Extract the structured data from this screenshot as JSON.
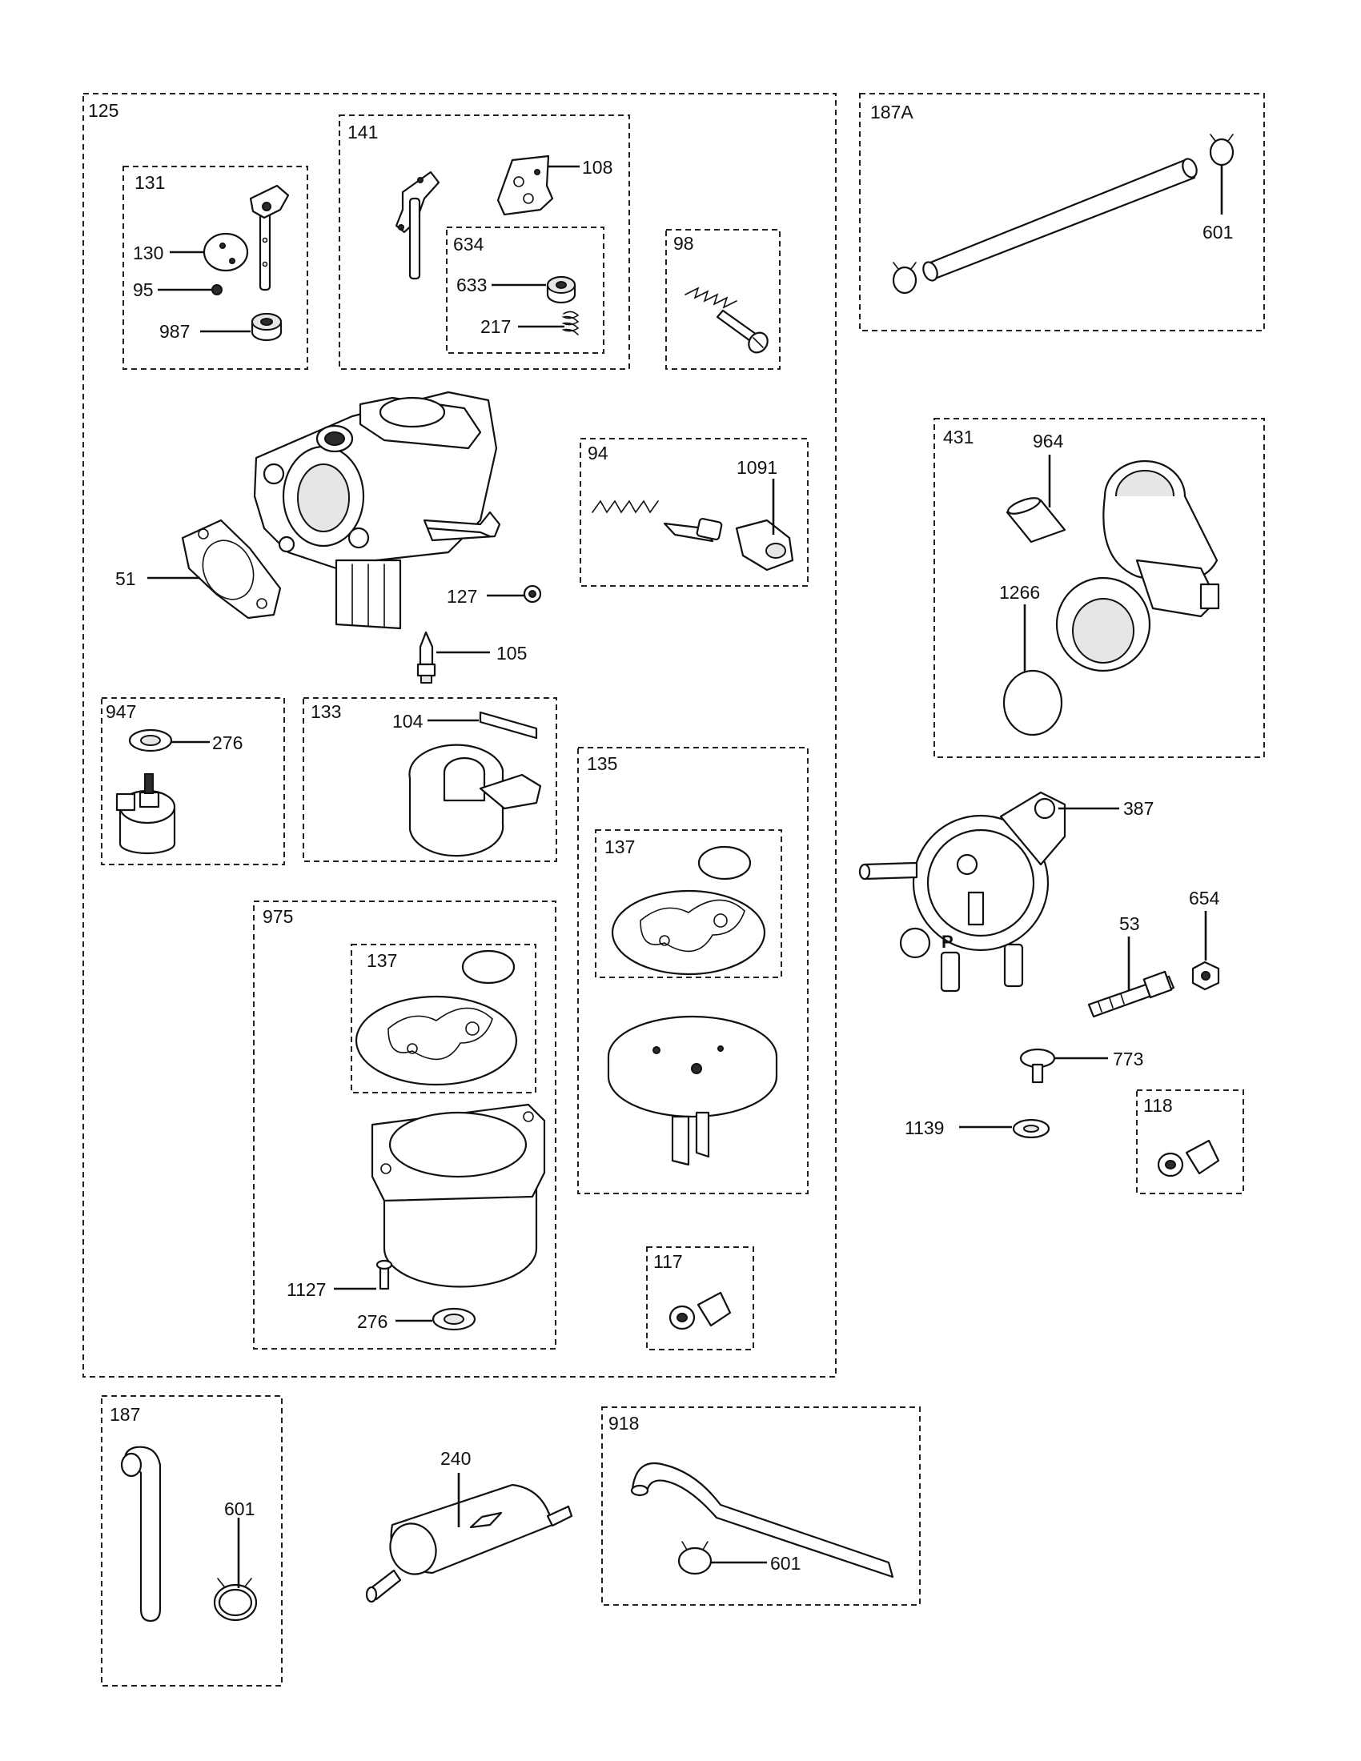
{
  "diagram": {
    "groups": [
      {
        "id": "g125",
        "label": "125"
      },
      {
        "id": "g131",
        "label": "131"
      },
      {
        "id": "g141",
        "label": "141"
      },
      {
        "id": "g634",
        "label": "634"
      },
      {
        "id": "g98",
        "label": "98"
      },
      {
        "id": "g94",
        "label": "94"
      },
      {
        "id": "g947",
        "label": "947"
      },
      {
        "id": "g133",
        "label": "133"
      },
      {
        "id": "g135",
        "label": "135"
      },
      {
        "id": "g137a",
        "label": "137"
      },
      {
        "id": "g975",
        "label": "975"
      },
      {
        "id": "g137b",
        "label": "137"
      },
      {
        "id": "g117",
        "label": "117"
      },
      {
        "id": "g187A",
        "label": "187A"
      },
      {
        "id": "g431",
        "label": "431"
      },
      {
        "id": "g118",
        "label": "118"
      },
      {
        "id": "g187",
        "label": "187"
      },
      {
        "id": "g918",
        "label": "918"
      }
    ],
    "callouts": [
      {
        "id": "c108",
        "label": "108"
      },
      {
        "id": "c130",
        "label": "130"
      },
      {
        "id": "c95",
        "label": "95"
      },
      {
        "id": "c987",
        "label": "987"
      },
      {
        "id": "c633",
        "label": "633"
      },
      {
        "id": "c217",
        "label": "217"
      },
      {
        "id": "c1091",
        "label": "1091"
      },
      {
        "id": "c51",
        "label": "51"
      },
      {
        "id": "c127",
        "label": "127"
      },
      {
        "id": "c105",
        "label": "105"
      },
      {
        "id": "c276a",
        "label": "276"
      },
      {
        "id": "c104",
        "label": "104"
      },
      {
        "id": "c1127",
        "label": "1127"
      },
      {
        "id": "c276b",
        "label": "276"
      },
      {
        "id": "c601a",
        "label": "601"
      },
      {
        "id": "c964",
        "label": "964"
      },
      {
        "id": "c1266",
        "label": "1266"
      },
      {
        "id": "c387",
        "label": "387"
      },
      {
        "id": "c654",
        "label": "654"
      },
      {
        "id": "c53",
        "label": "53"
      },
      {
        "id": "c773",
        "label": "773"
      },
      {
        "id": "c1139",
        "label": "1139"
      },
      {
        "id": "c601b",
        "label": "601"
      },
      {
        "id": "c240",
        "label": "240"
      },
      {
        "id": "c601c",
        "label": "601"
      }
    ]
  }
}
